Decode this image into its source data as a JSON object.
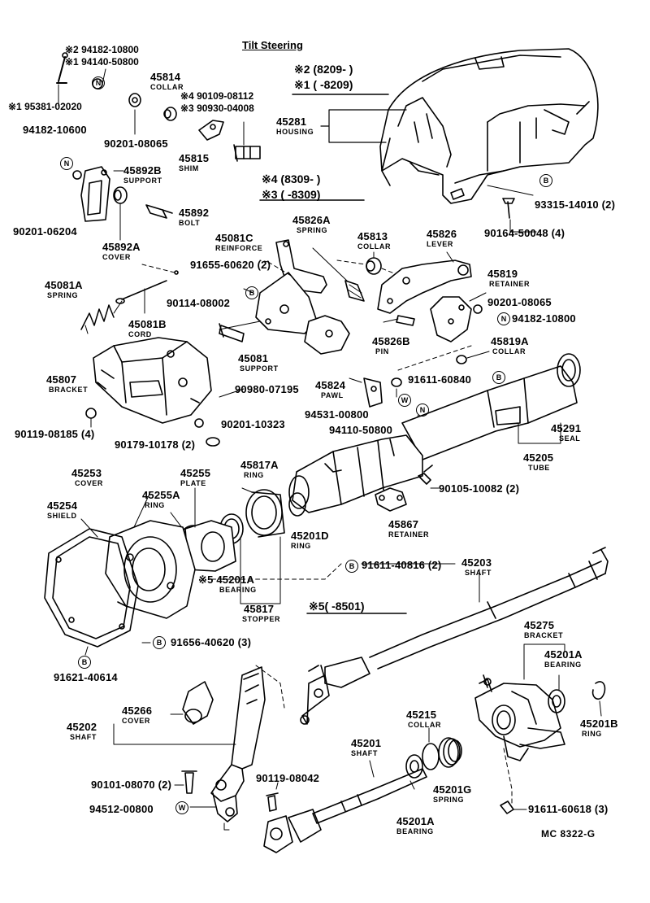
{
  "title": "Tilt Steering",
  "serials": {
    "s2": "※2 (8209- )",
    "s1": "※1 ( -8209)",
    "s4": "※4 (8309- )",
    "s3": "※3 ( -8309)",
    "s5": "※5( -8501)"
  },
  "top_left_parts": {
    "p94182_10800": "※2 94182-10800",
    "p94140_50800": "※1 94140-50800",
    "p95381": "※1 95381-02020",
    "p94182_10600": "94182-10600",
    "p45814": "45814",
    "p45814_name": "COLLAR",
    "p90109": "※4 90109-08112",
    "p90930": "※3 90930-04008",
    "p90201_08065a": "90201-08065",
    "p45815": "45815",
    "p45815_name": "SHIM",
    "p45892B": "45892B",
    "p45892B_name": "SUPPORT",
    "p45892": "45892",
    "p45892_name": "BOLT",
    "p90201_06204": "90201-06204",
    "p45892A": "45892A",
    "p45892A_name": "COVER"
  },
  "housing_parts": {
    "p45281": "45281",
    "p45281_name": "HOUSING",
    "p93315": "93315-14010 (2)",
    "p90164": "90164-50048 (4)"
  },
  "mid_parts": {
    "p45081C": "45081C",
    "p45081C_name": "REINFORCE",
    "p45826A": "45826A",
    "p45826A_name": "SPRING",
    "p45813": "45813",
    "p45813_name": "COLLAR",
    "p45826": "45826",
    "p45826_name": "LEVER",
    "p91655": "91655-60620 (2)",
    "p45819": "45819",
    "p45819_name": "RETAINER",
    "p90201_08065b": "90201-08065",
    "p94182_10800b": "94182-10800",
    "p45081A": "45081A",
    "p45081A_name": "SPRING",
    "p90114": "90114-08002",
    "p45081B": "45081B",
    "p45081B_name": "CORD",
    "p45826B": "45826B",
    "p45826B_name": "PIN",
    "p45819A": "45819A",
    "p45819A_name": "COLLAR",
    "p45081": "45081",
    "p45081_name": "SUPPORT",
    "p91611_60840": "91611-60840",
    "p45807": "45807",
    "p45807_name": "BRACKET",
    "p90980": "90980-07195",
    "p45824": "45824",
    "p45824_name": "PAWL",
    "p94531": "94531-00800",
    "p94110": "94110-50800",
    "p90201_10323": "90201-10323",
    "p90119_08185": "90119-08185 (4)",
    "p90179": "90179-10178 (2)",
    "p45291": "45291",
    "p45291_name": "SEAL",
    "p45205": "45205",
    "p45205_name": "TUBE"
  },
  "lower_parts": {
    "p45253": "45253",
    "p45253_name": "COVER",
    "p45255": "45255",
    "p45255_name": "PLATE",
    "p45817A": "45817A",
    "p45817A_name": "RING",
    "p45254": "45254",
    "p45254_name": "SHIELD",
    "p45255A": "45255A",
    "p45255A_name": "RING",
    "p90105": "90105-10082 (2)",
    "p45201D": "45201D",
    "p45201D_name": "RING",
    "p45867": "45867",
    "p45867_name": "RETAINER",
    "p91611_40816": "91611-40816 (2)",
    "p45203": "45203",
    "p45203_name": "SHAFT",
    "p45201A_a": "※5 45201A",
    "p45201A_a_name": "BEARING",
    "p45817": "45817",
    "p45817_name": "STOPPER",
    "p91656": "91656-40620 (3)",
    "p91621": "91621-40614",
    "p45275": "45275",
    "p45275_name": "BRACKET",
    "p45201A_b": "45201A",
    "p45201A_b_name": "BEARING",
    "p45266": "45266",
    "p45266_name": "COVER",
    "p45202": "45202",
    "p45202_name": "SHAFT",
    "p45215": "45215",
    "p45215_name": "COLLAR",
    "p45201B": "45201B",
    "p45201B_name": "RING",
    "p45201": "45201",
    "p45201_name": "SHAFT",
    "p45201G": "45201G",
    "p45201G_name": "SPRING",
    "p90101": "90101-08070 (2)",
    "p90119_08042": "90119-08042",
    "p94512": "94512-00800",
    "p91611_60618": "91611-60618 (3)",
    "p45201A_c": "45201A",
    "p45201A_c_name": "BEARING"
  },
  "markers": {
    "N": "N",
    "B": "B",
    "W": "W"
  },
  "ref_code": "MC 8322-G"
}
